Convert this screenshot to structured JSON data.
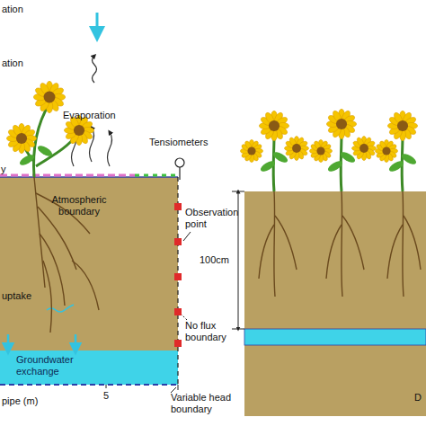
{
  "diagram": {
    "nodes": [
      {
        "text": [
          "Groundwater exchange"
        ]
      }
    ],
    "labels": [
      "ation",
      "ation",
      "Evaporation",
      "Tensiometers",
      "y",
      "Atmospheric boundary",
      "Observation point",
      "uptake",
      "No flux boundary",
      "5",
      "pipe (m)",
      "Variable head boundary",
      "100cm",
      "D"
    ]
  }
}
